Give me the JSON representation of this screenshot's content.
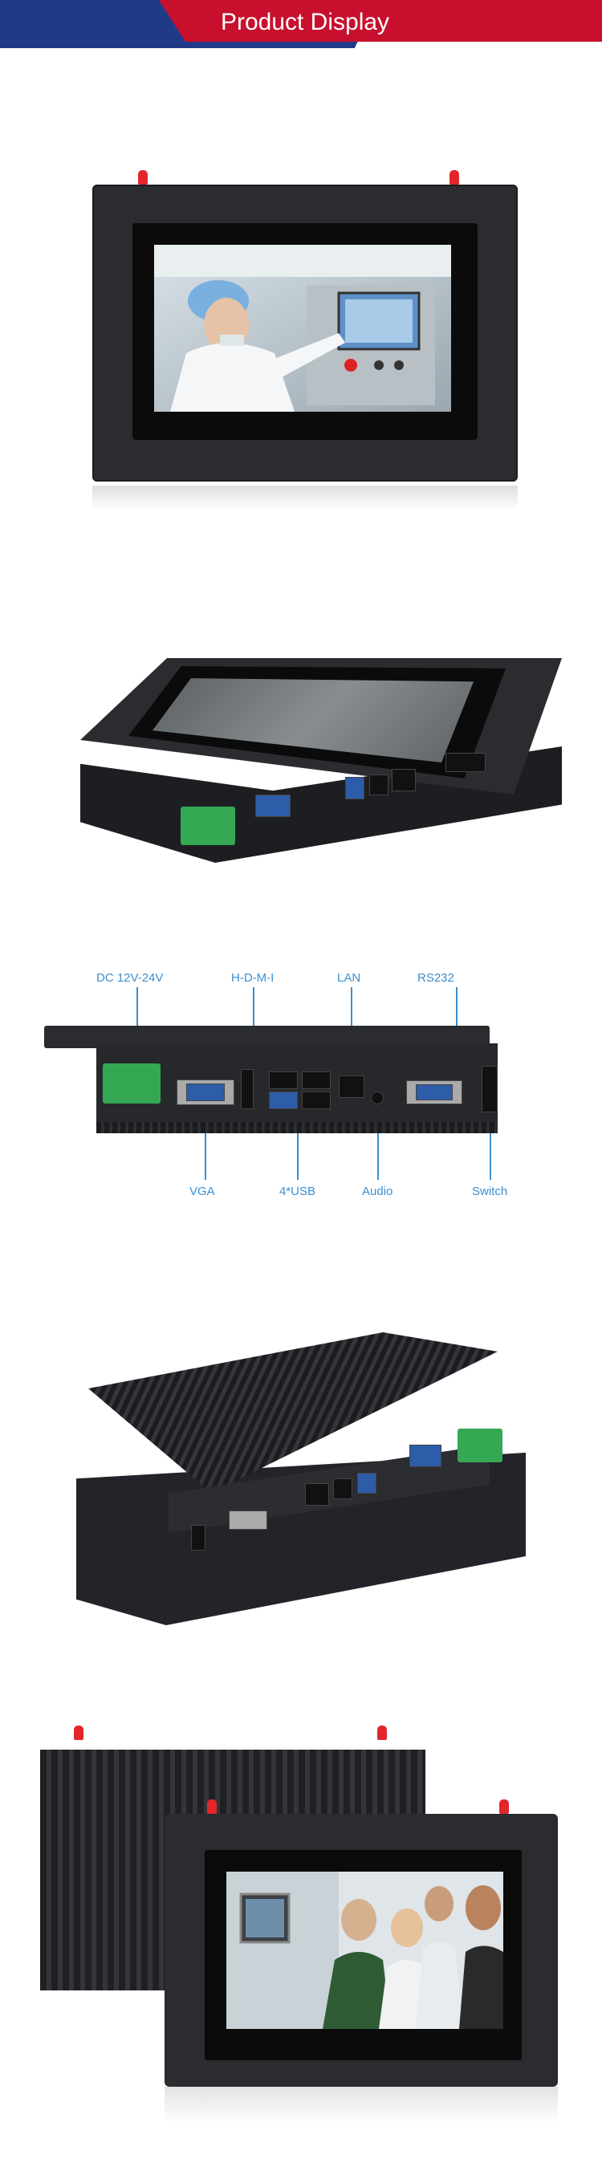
{
  "header": {
    "title": "Product Display"
  },
  "ports": {
    "dc": "DC 12V-24V",
    "hdmi": "H-D-M-I",
    "lan": "LAN",
    "rs232": "RS232",
    "vga": "VGA",
    "usb": "4*USB",
    "audio": "Audio",
    "switch": "Switch"
  },
  "colors": {
    "header_red": "#c8102e",
    "header_blue": "#1f3b88",
    "label_blue": "#3b8fd1",
    "antenna_red": "#e3262b"
  }
}
